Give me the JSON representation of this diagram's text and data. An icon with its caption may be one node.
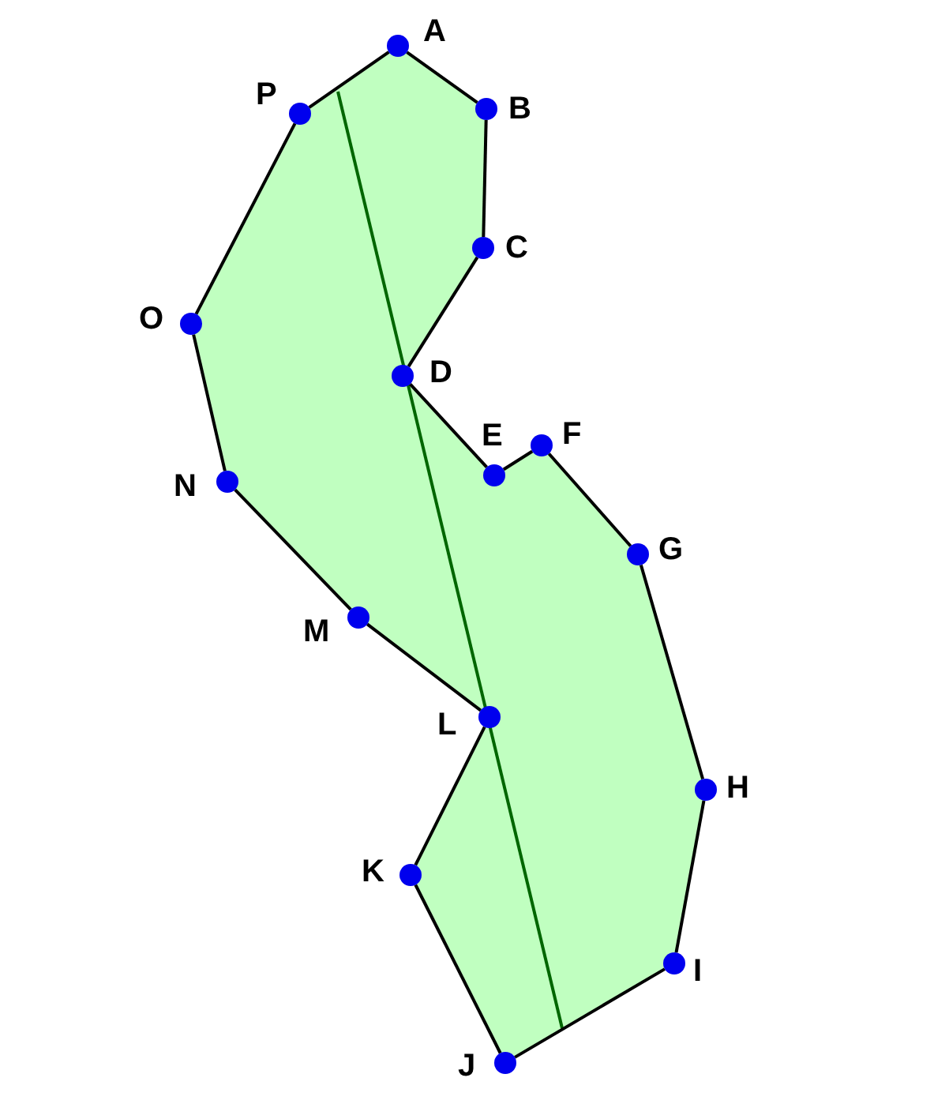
{
  "diagram": {
    "nodes": [
      {
        "text": [
          "A"
        ]
      },
      {
        "text": [
          "B"
        ]
      },
      {
        "text": [
          "C"
        ]
      },
      {
        "text": [
          "D"
        ]
      },
      {
        "text": [
          "E"
        ]
      },
      {
        "text": [
          "F"
        ]
      },
      {
        "text": [
          "G"
        ]
      },
      {
        "text": [
          "H"
        ]
      },
      {
        "text": [
          "I"
        ]
      },
      {
        "text": [
          "J"
        ]
      },
      {
        "text": [
          "K"
        ]
      },
      {
        "text": [
          "L"
        ]
      },
      {
        "text": [
          "M"
        ]
      },
      {
        "text": [
          "N"
        ]
      },
      {
        "text": [
          "O"
        ]
      },
      {
        "text": [
          "P"
        ]
      }
    ],
    "edges": [
      {
        "from": 0,
        "to": 1,
        "arrow": "none"
      },
      {
        "from": 1,
        "to": 2,
        "arrow": "none"
      },
      {
        "from": 2,
        "to": 3,
        "arrow": "none"
      },
      {
        "from": 3,
        "to": 4,
        "arrow": "none"
      },
      {
        "from": 4,
        "to": 5,
        "arrow": "none"
      },
      {
        "from": 5,
        "to": 6,
        "arrow": "none"
      },
      {
        "from": 6,
        "to": 7,
        "arrow": "none"
      },
      {
        "from": 7,
        "to": 8,
        "arrow": "none"
      },
      {
        "from": 8,
        "to": 9,
        "arrow": "none"
      },
      {
        "from": 9,
        "to": 10,
        "arrow": "none"
      },
      {
        "from": 10,
        "to": 11,
        "arrow": "none"
      },
      {
        "from": 11,
        "to": 12,
        "arrow": "none"
      },
      {
        "from": 12,
        "to": 13,
        "arrow": "none"
      },
      {
        "from": 13,
        "to": 14,
        "arrow": "none"
      },
      {
        "from": 14,
        "to": 15,
        "arrow": "none"
      },
      {
        "from": 15,
        "to": 0,
        "arrow": "none"
      }
    ]
  }
}
